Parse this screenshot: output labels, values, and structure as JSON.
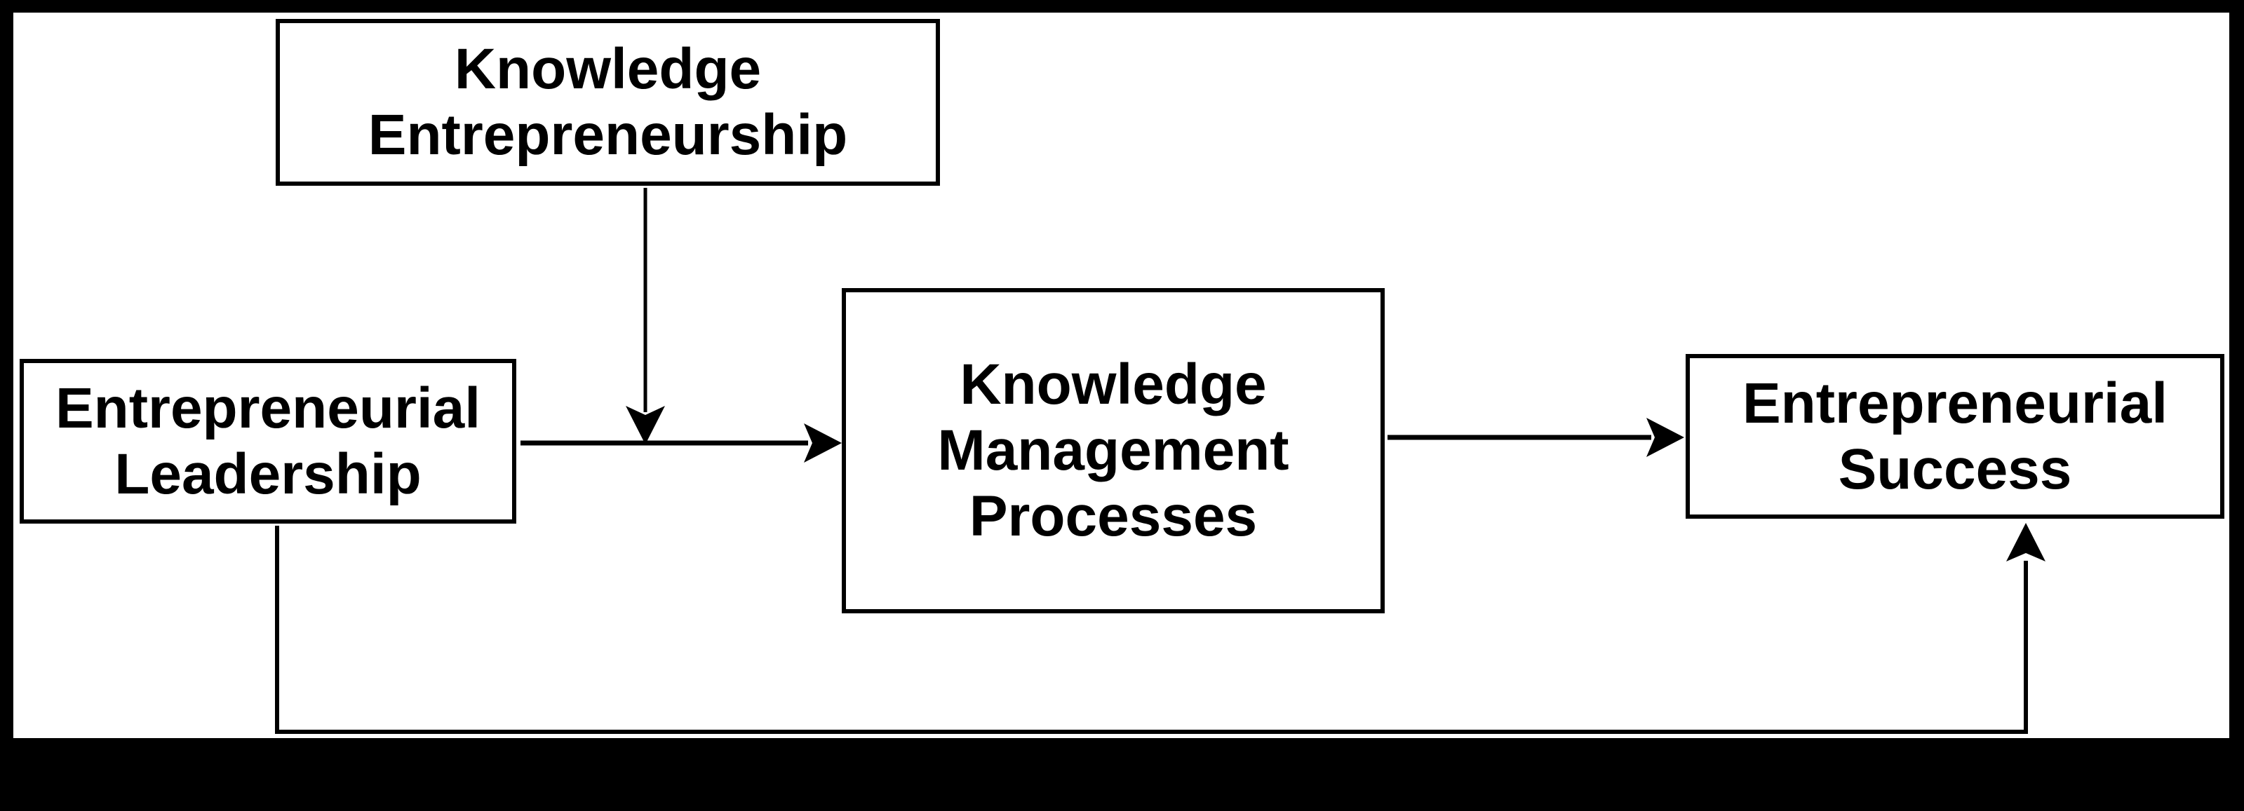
{
  "colors": {
    "page_background": "#000000",
    "canvas_background": "#ffffff",
    "line": "#000000",
    "text": "#000000"
  },
  "diagram": {
    "type": "conceptual-model",
    "nodes": [
      {
        "id": "knowledge-entrepreneurship",
        "label": "Knowledge\nEntrepreneurship"
      },
      {
        "id": "entrepreneurial-leadership",
        "label": "Entrepreneurial\nLeadership"
      },
      {
        "id": "knowledge-management-processes",
        "label": "Knowledge\nManagement\nProcesses"
      },
      {
        "id": "entrepreneurial-success",
        "label": "Entrepreneurial\nSuccess"
      }
    ],
    "edges": [
      {
        "from": "entrepreneurial-leadership",
        "to": "knowledge-management-processes",
        "style": "solid-arrow"
      },
      {
        "from": "knowledge-entrepreneurship",
        "to": "edge:entrepreneurial-leadership->knowledge-management-processes",
        "style": "solid-arrow-moderation"
      },
      {
        "from": "knowledge-management-processes",
        "to": "entrepreneurial-success",
        "style": "solid-arrow"
      },
      {
        "from": "entrepreneurial-leadership",
        "to": "entrepreneurial-success",
        "style": "solid-arrow-bottom-path"
      }
    ]
  }
}
